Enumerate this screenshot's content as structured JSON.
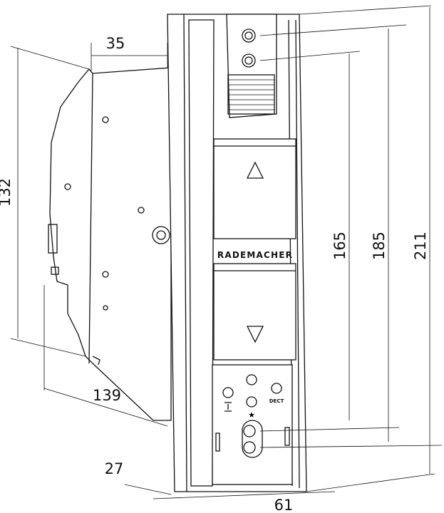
{
  "brand": "RADEMACHER",
  "labels": {
    "dect": "DECT"
  },
  "dimensions": {
    "depth_top": "35",
    "height_side": "132",
    "length_side": "139",
    "thickness": "27",
    "width": "61",
    "h165": "165",
    "h185": "185",
    "h211": "211"
  },
  "icons": {
    "up": "triangle-up",
    "down": "triangle-down",
    "star": "star",
    "limit": "end-position-symbol"
  }
}
